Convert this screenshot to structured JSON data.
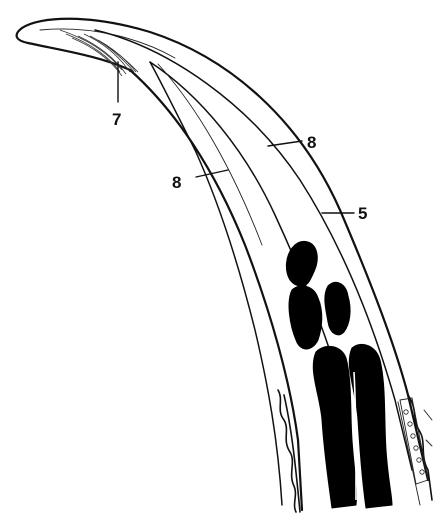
{
  "labels": {
    "label_7": "7",
    "label_8_upper": "8",
    "label_8_left": "8",
    "label_5": "5"
  }
}
